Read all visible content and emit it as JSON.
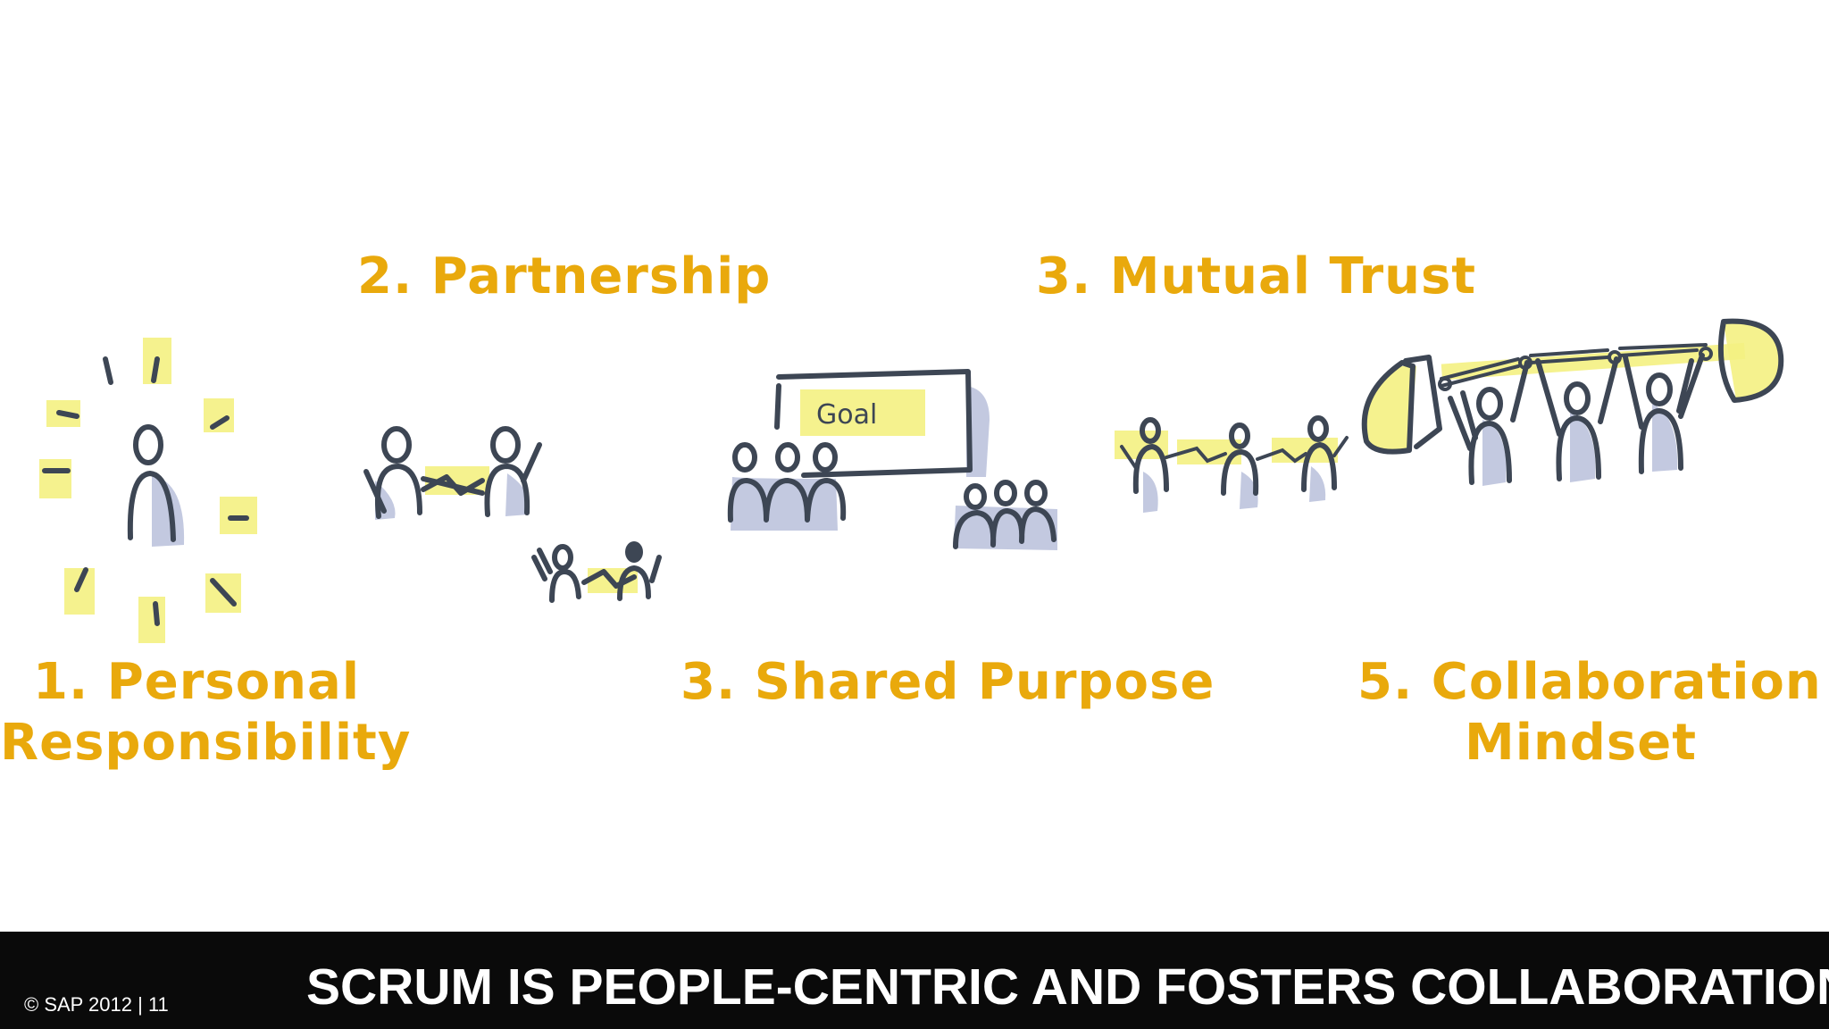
{
  "labels": {
    "personal_line1": "1. Personal",
    "personal_line2": "Responsibility",
    "partnership": "2. Partnership",
    "shared_purpose": "3. Shared Purpose",
    "mutual_trust": "3. Mutual Trust",
    "collab_line1": "5. Collaboration",
    "collab_line2": "Mindset"
  },
  "goal_board": {
    "text": "Goal"
  },
  "footer": {
    "copyright": "© SAP 2012 | 11",
    "headline": "SCRUM IS PEOPLE-CENTRIC AND FOSTERS COLLABORATION"
  },
  "colors": {
    "label_accent": "#e9a90c",
    "highlight_yellow": "#f4f182",
    "shadow_blue": "#b9bfdb",
    "ink": "#3d4654",
    "footer_background": "#0a0a0a",
    "footer_text": "#ffffff"
  }
}
